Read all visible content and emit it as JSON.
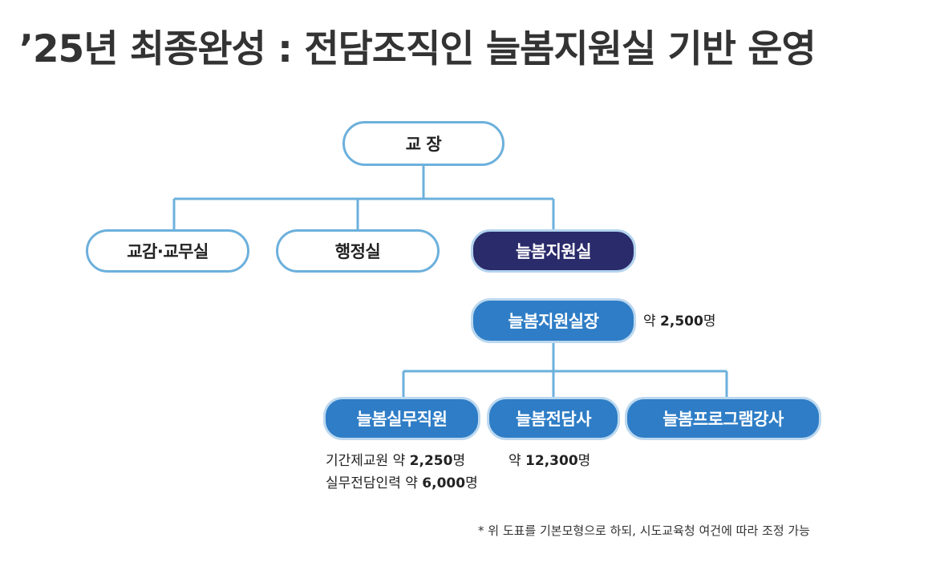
{
  "title": "’25년 최종완성 : 전담조직인 늘봄지원실 기반 운영",
  "org": {
    "principal": "교 장",
    "academic_affairs": "교감·교무실",
    "admin_office": "행정실",
    "neulbom_office": "늘봄지원실",
    "neulbom_head": "늘봄지원실장",
    "head_count_prefix": "약 ",
    "head_count_value": "2,500",
    "head_count_unit": "명",
    "staff": "늘봄실무직원",
    "dedicated": "늘봄전담사",
    "program_instructor": "늘봄프로그램강사",
    "staff_line1_prefix": "기간제교원 약 ",
    "staff_line1_value": "2,250",
    "staff_line1_unit": "명",
    "staff_line2_prefix": "실무전담인력 약 ",
    "staff_line2_value": "6,000",
    "staff_line2_unit": "명",
    "dedicated_prefix": "약 ",
    "dedicated_value": "12,300",
    "dedicated_unit": "명"
  },
  "footnote": "* 위 도표를 기본모형으로 하되, 시도교육청 여건에 따라 조정 가능",
  "colors": {
    "connector": "#6cb0dc",
    "outline_border": "#6cb0dc",
    "dark_node": "#2a2b6b",
    "blue_node": "#2e7dc6"
  }
}
